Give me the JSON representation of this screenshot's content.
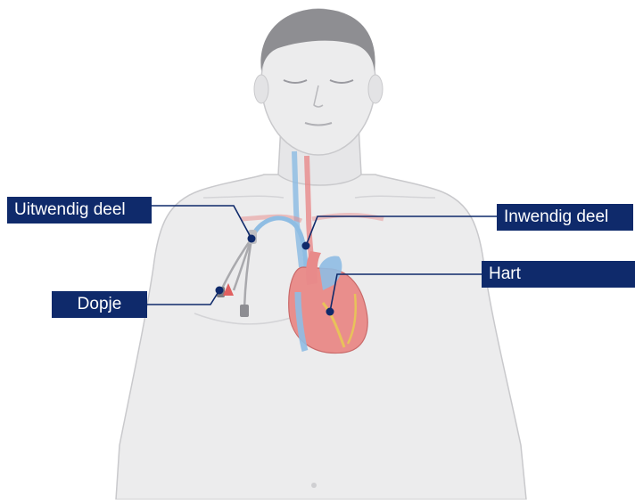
{
  "labels": {
    "uitwendig": "Uitwendig deel",
    "inwendig": "Inwendig deel",
    "hart": "Hart",
    "dopje": "Dopje"
  },
  "colors": {
    "label_bg": "#0f2a6b",
    "skin": "#ececed",
    "outline": "#c9c9cc",
    "hair": "#8e8e92",
    "catheter": "#8fbde3",
    "artery": "#e88a8a",
    "heart": "#e98e8c",
    "marker": "#0f2a6b"
  }
}
